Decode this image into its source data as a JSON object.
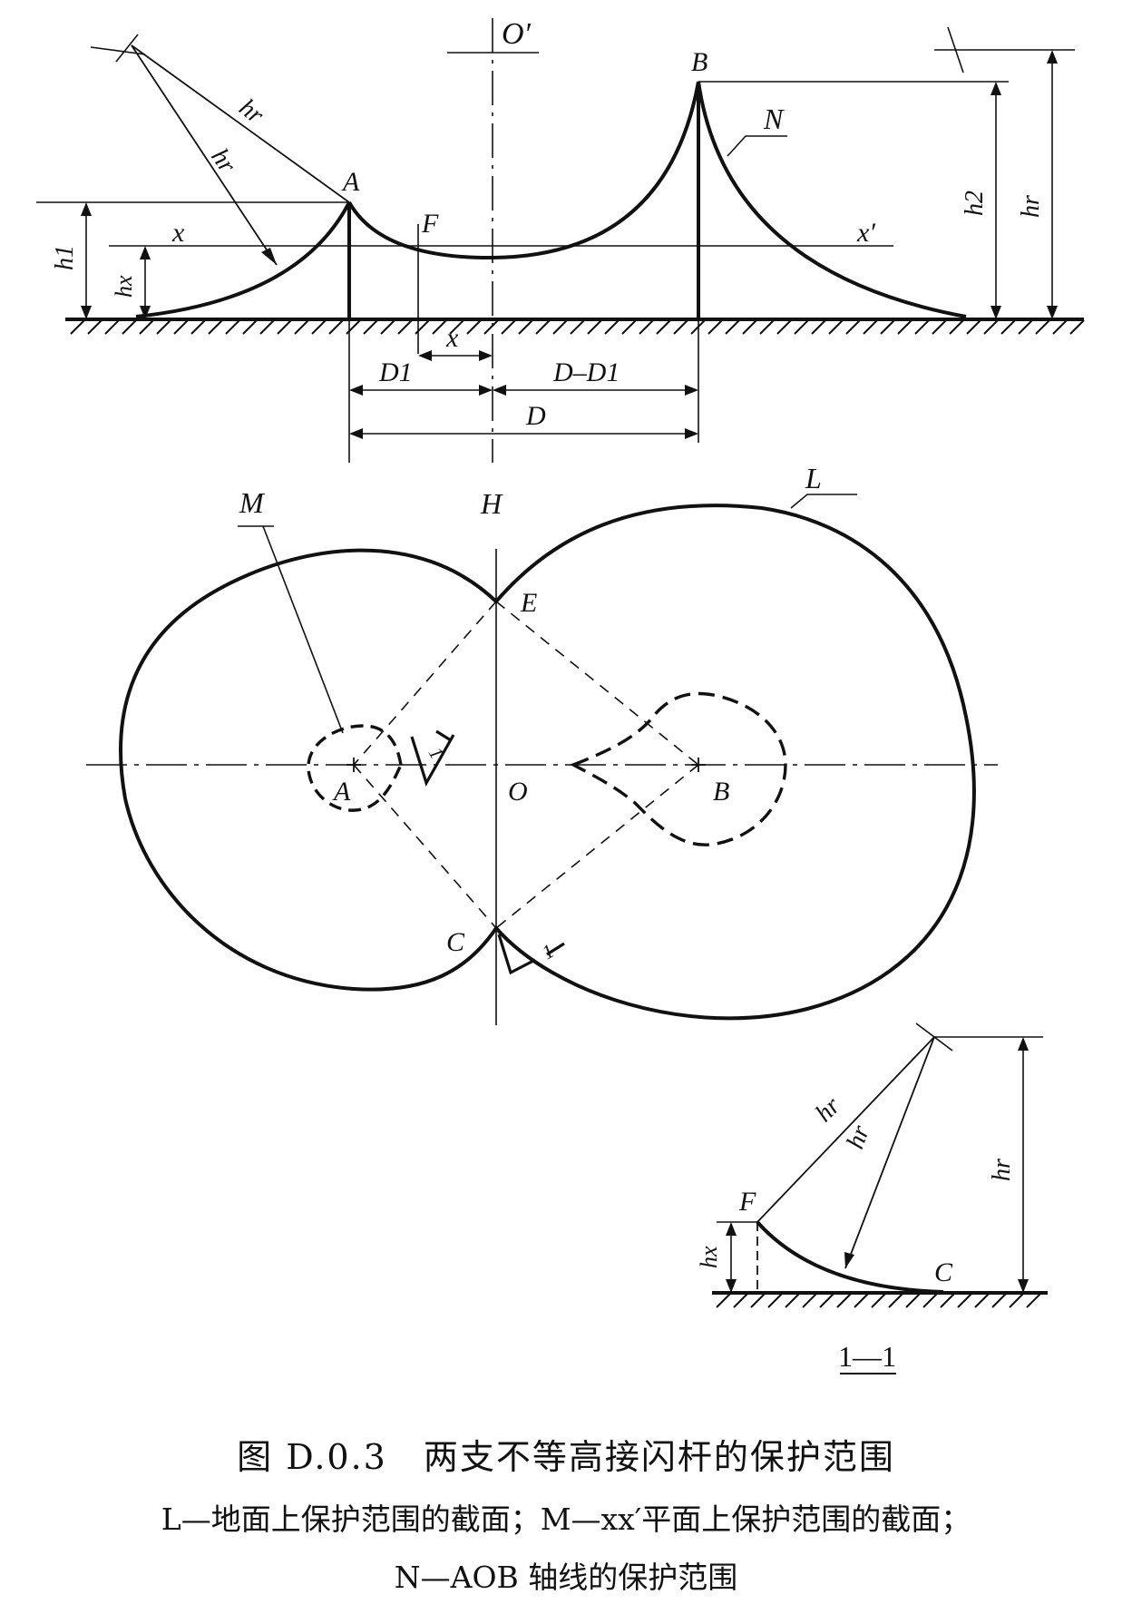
{
  "labels": {
    "O_prime": "O′",
    "B_top": "B",
    "N": "N",
    "A_top": "A",
    "F_top": "F",
    "x_left": "x",
    "x_right": "x′",
    "hr_1": "hr",
    "hr_2": "hr",
    "h1": "h1",
    "hx_top": "hx",
    "h2": "h2",
    "hr_right": "hr",
    "x_dim": "x",
    "D1": "D1",
    "D_minus_D1": "D–D1",
    "D": "D",
    "M": "M",
    "H": "H",
    "L": "L",
    "E": "E",
    "A_plan": "A",
    "O": "O",
    "B_plan": "B",
    "C_plan": "C",
    "sec1_a": "1",
    "sec1_b": "1",
    "hr_s1": "hr",
    "hr_s2": "hr",
    "hr_s3": "hr",
    "F_sec": "F",
    "hx_sec": "hx",
    "C_sec": "C",
    "section": "1—1"
  },
  "caption": {
    "title": "图 D.0.3　两支不等高接闪杆的保护范围",
    "line1": "L—地面上保护范围的截面；M—xx′平面上保护范围的截面；",
    "line2": "N—AOB 轴线的保护范围"
  },
  "colors": {
    "ink": "#111111",
    "background": "#ffffff"
  }
}
